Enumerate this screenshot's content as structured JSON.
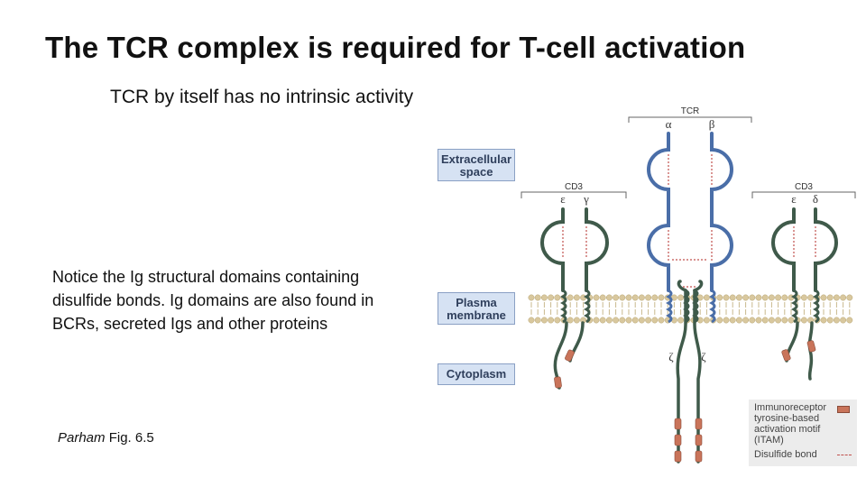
{
  "title": "The TCR complex is required for T-cell activation",
  "subtitle": "TCR by itself has no intrinsic activity",
  "note": "Notice the Ig structural domains containing disulfide bonds. Ig domains are also found in BCRs, secreted Igs and other proteins",
  "citation": {
    "author": "Parham",
    "ref": "Fig. 6.5"
  },
  "diagram": {
    "labels": {
      "tcr": "TCR",
      "alpha": "α",
      "beta": "β",
      "cd3_left": "CD3",
      "epsilon_left": "ε",
      "gamma": "γ",
      "cd3_right": "CD3",
      "epsilon_right": "ε",
      "delta": "δ",
      "zeta_left": "ζ",
      "zeta_right": "ζ"
    },
    "regions": {
      "extracellular": "Extracellular space",
      "membrane": "Plasma membrane",
      "cytoplasm": "Cytoplasm"
    },
    "legend": {
      "itam": "Immunoreceptor tyrosine-based activation motif (ITAM)",
      "disulfide": "Disulfide bond"
    },
    "colors": {
      "tcr_chain": "#4a6ea8",
      "cd3_chain": "#3f5a4a",
      "itam": "#c9745a",
      "disulfide": "#c0504d",
      "lipid_head": "#d9c89e",
      "region_box": "#d6e2f3"
    }
  }
}
